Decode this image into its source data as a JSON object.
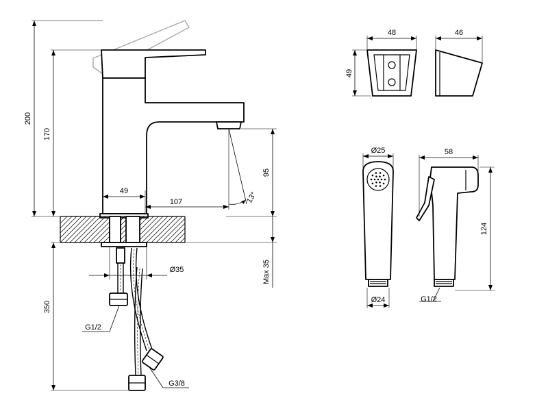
{
  "faucet_dimensions": {
    "total_height": "200",
    "spout_height": "170",
    "spout_clearance": "95",
    "body_width": "49",
    "spout_reach": "107",
    "spout_angle": "13°",
    "hose_length": "350",
    "max_counter_thickness": "Max 35",
    "mounting_hole": "Ø35",
    "hose_connection_lower": "G1/2",
    "hose_connection_upper": "G3/8"
  },
  "holder_dimensions": {
    "width": "48",
    "depth": "46",
    "height": "49"
  },
  "shower_head_dimensions": {
    "head_diameter": "Ø25",
    "thread_diameter": "Ø24",
    "head_length": "58",
    "head_height": "124",
    "thread": "G1/2"
  }
}
